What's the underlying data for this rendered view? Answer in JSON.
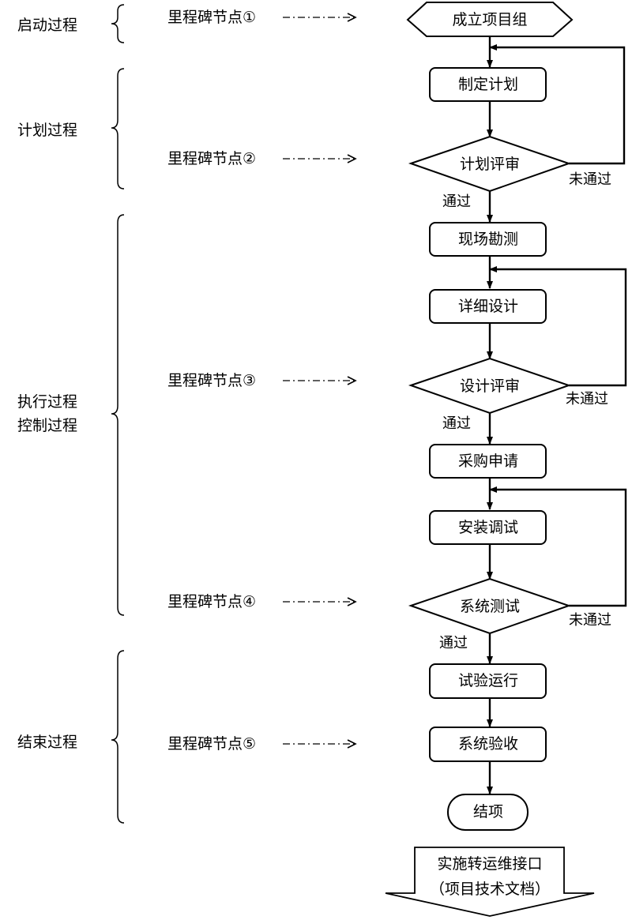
{
  "phases": {
    "initiation": "启动过程",
    "planning": "计划过程",
    "execution": "执行过程\n控制过程",
    "closing": "结束过程"
  },
  "milestones": [
    "里程碑节点①",
    "里程碑节点②",
    "里程碑节点③",
    "里程碑节点④",
    "里程碑节点⑤"
  ],
  "nodes": {
    "start": "成立项目组",
    "make_plan": "制定计划",
    "plan_review": "计划评审",
    "site_survey": "现场勘测",
    "detailed_design": "详细设计",
    "design_review": "设计评审",
    "purchase_request": "采购申请",
    "install_debug": "安装调试",
    "system_test": "系统测试",
    "trial_run": "试验运行",
    "system_acceptance": "系统验收",
    "close_project": "结项"
  },
  "handover": {
    "line1": "实施转运维接口",
    "line2": "（项目技术文档）"
  },
  "flow_labels": {
    "pass": "通过",
    "fail": "未通过"
  }
}
